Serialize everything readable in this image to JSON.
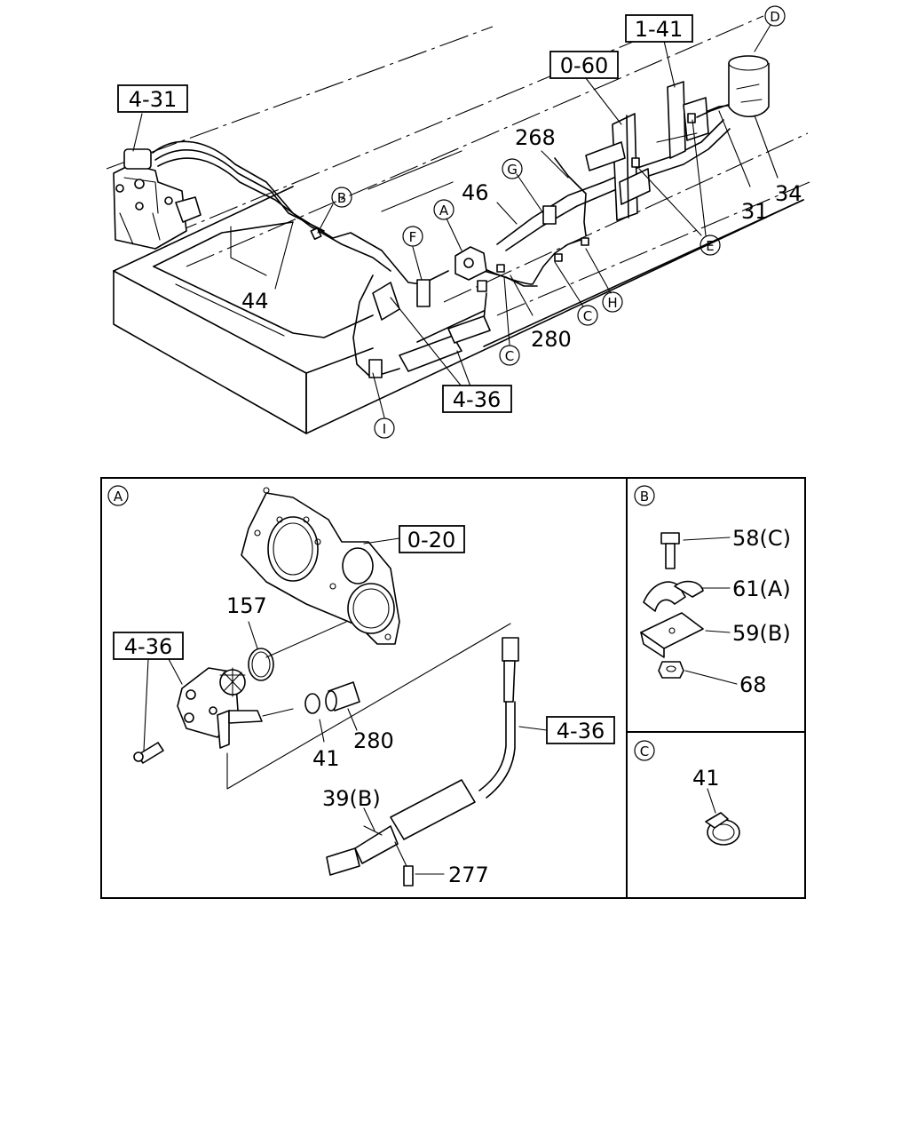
{
  "refs": {
    "r431": "4-31",
    "r141": "1-41",
    "r060": "0-60",
    "r436_top": "4-36",
    "r020": "0-20",
    "r436_a": "4-36",
    "r436_b": "4-36"
  },
  "parts": {
    "p44": "44",
    "p46": "46",
    "p268": "268",
    "p31": "31",
    "p34": "34",
    "p280_top": "280",
    "p157": "157",
    "p41_a": "41",
    "p280_a": "280",
    "p39b": "39(B)",
    "p277": "277",
    "p58c": "58(C)",
    "p61a": "61(A)",
    "p59b": "59(B)",
    "p68": "68",
    "p41_c": "41"
  },
  "markers": {
    "A": "A",
    "B": "B",
    "C": "C",
    "D": "D",
    "E": "E",
    "F": "F",
    "G": "G",
    "H": "H",
    "I": "I"
  },
  "panels": {
    "A": "A",
    "B": "B",
    "C": "C"
  }
}
